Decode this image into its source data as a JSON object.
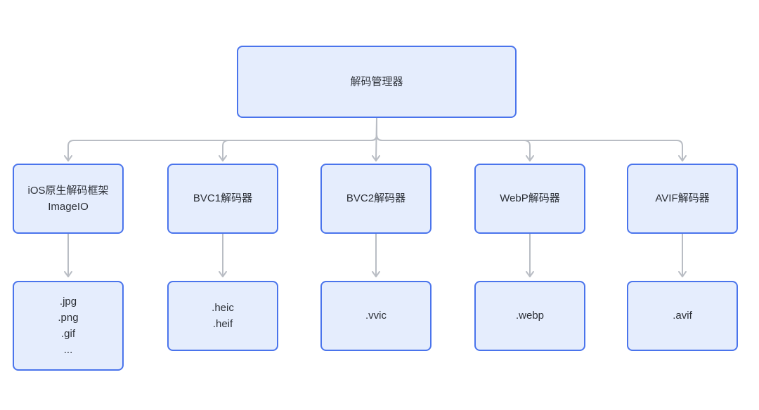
{
  "diagram": {
    "root": {
      "label": "解码管理器"
    },
    "decoders": [
      {
        "label": "iOS原生解码框架ImageIO",
        "formats": [
          ".jpg",
          ".png",
          ".gif",
          "..."
        ]
      },
      {
        "label": "BVC1解码器",
        "formats": [
          ".heic",
          ".heif"
        ]
      },
      {
        "label": "BVC2解码器",
        "formats": [
          ".vvic"
        ]
      },
      {
        "label": "WebP解码器",
        "formats": [
          ".webp"
        ]
      },
      {
        "label": "AVIF解码器",
        "formats": [
          ".avif"
        ]
      }
    ],
    "colors": {
      "box_fill": "#e5edfd",
      "box_border": "#4a74ec",
      "arrow": "#b9bdc4",
      "text": "#2b2f36"
    }
  }
}
